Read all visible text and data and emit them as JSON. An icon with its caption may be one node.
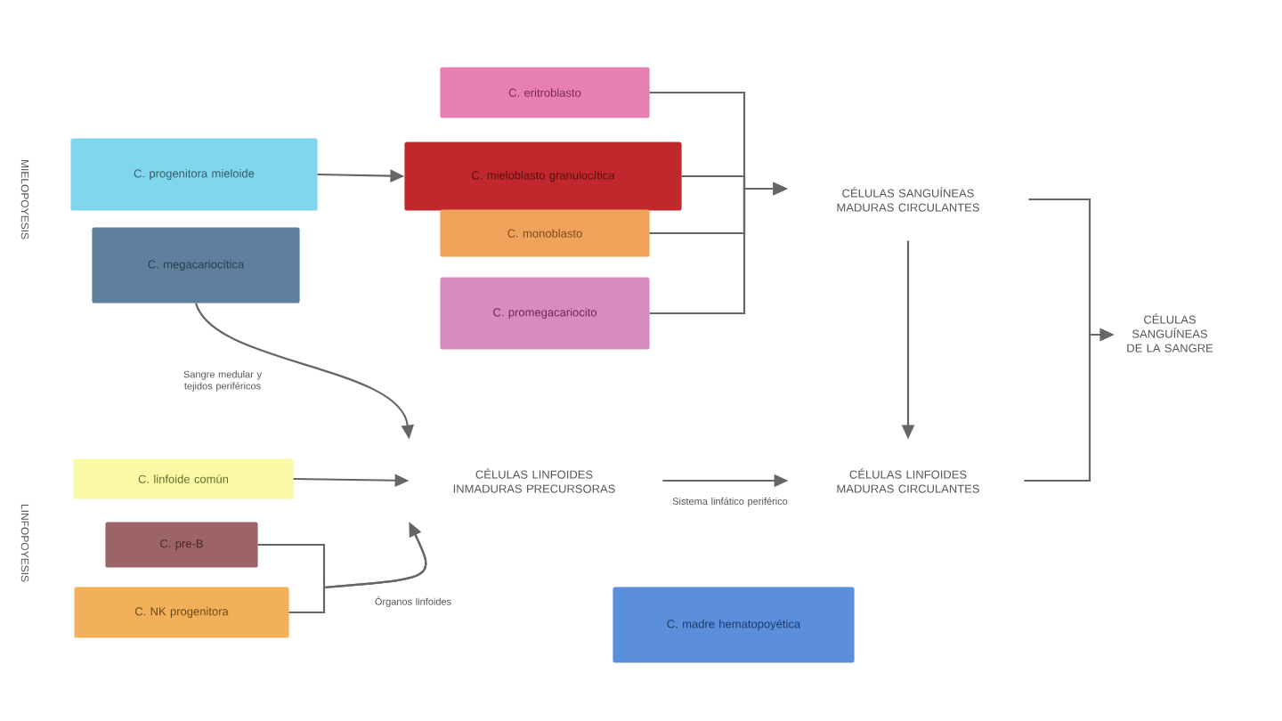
{
  "diagram": {
    "nodes": [
      {
        "text": [
          "C. progenitora mieloide"
        ]
      },
      {
        "text": [
          "C. megacariocítica"
        ]
      },
      {
        "text": [
          "C. eritroblasto"
        ]
      },
      {
        "text": [
          "C. mieloblasto granulocítica"
        ]
      },
      {
        "text": [
          "C. monoblasto"
        ]
      },
      {
        "text": [
          "C. promegacariocito"
        ]
      },
      {
        "text": [
          "CÉLULAS SANGUÍNEAS MADURAS CIRCULANTES"
        ]
      },
      {
        "text": [
          "CÉLULAS LINFOIDES INMADURAS PRECURSORAS"
        ]
      },
      {
        "text": [
          "CÉLULAS LINFOIDES MADURAS CIRCULANTES"
        ]
      },
      {
        "text": [
          "CÉLULAS SANGUÍNEAS DE LA SANGRE"
        ]
      },
      {
        "text": [
          "C. linfoide común"
        ]
      },
      {
        "text": [
          "C. pre-B"
        ]
      },
      {
        "text": [
          "C. NK progenitora"
        ]
      },
      {
        "text": [
          "C. madre hematopoyética"
        ]
      }
    ],
    "edges": [
      {
        "from": 0,
        "to": 3,
        "arrow": "to"
      },
      {
        "from": 1,
        "to": 7,
        "arrow": "to",
        "label": "Sangre medular y tejidos periféricos"
      },
      {
        "from": 10,
        "to": 7,
        "arrow": "to"
      },
      {
        "from": 11,
        "to": 7,
        "arrow": "to",
        "label": "Órganos linfoides"
      },
      {
        "from": 12,
        "to": 7,
        "arrow": "to"
      },
      {
        "from": 7,
        "to": 8,
        "arrow": "to",
        "label": "Sistema linfático periférico"
      },
      {
        "from": 2,
        "to": 6,
        "arrow": "to"
      },
      {
        "from": 3,
        "to": 6,
        "arrow": "to"
      },
      {
        "from": 4,
        "to": 6,
        "arrow": "to"
      },
      {
        "from": 5,
        "to": 6,
        "arrow": "to"
      },
      {
        "from": 6,
        "to": 8,
        "arrow": "to"
      },
      {
        "from": 6,
        "to": 9,
        "arrow": "to"
      },
      {
        "from": 8,
        "to": 9,
        "arrow": "to"
      }
    ],
    "labels": [
      "MIELOPOYESIS",
      "LINFOPOYESIS"
    ]
  }
}
